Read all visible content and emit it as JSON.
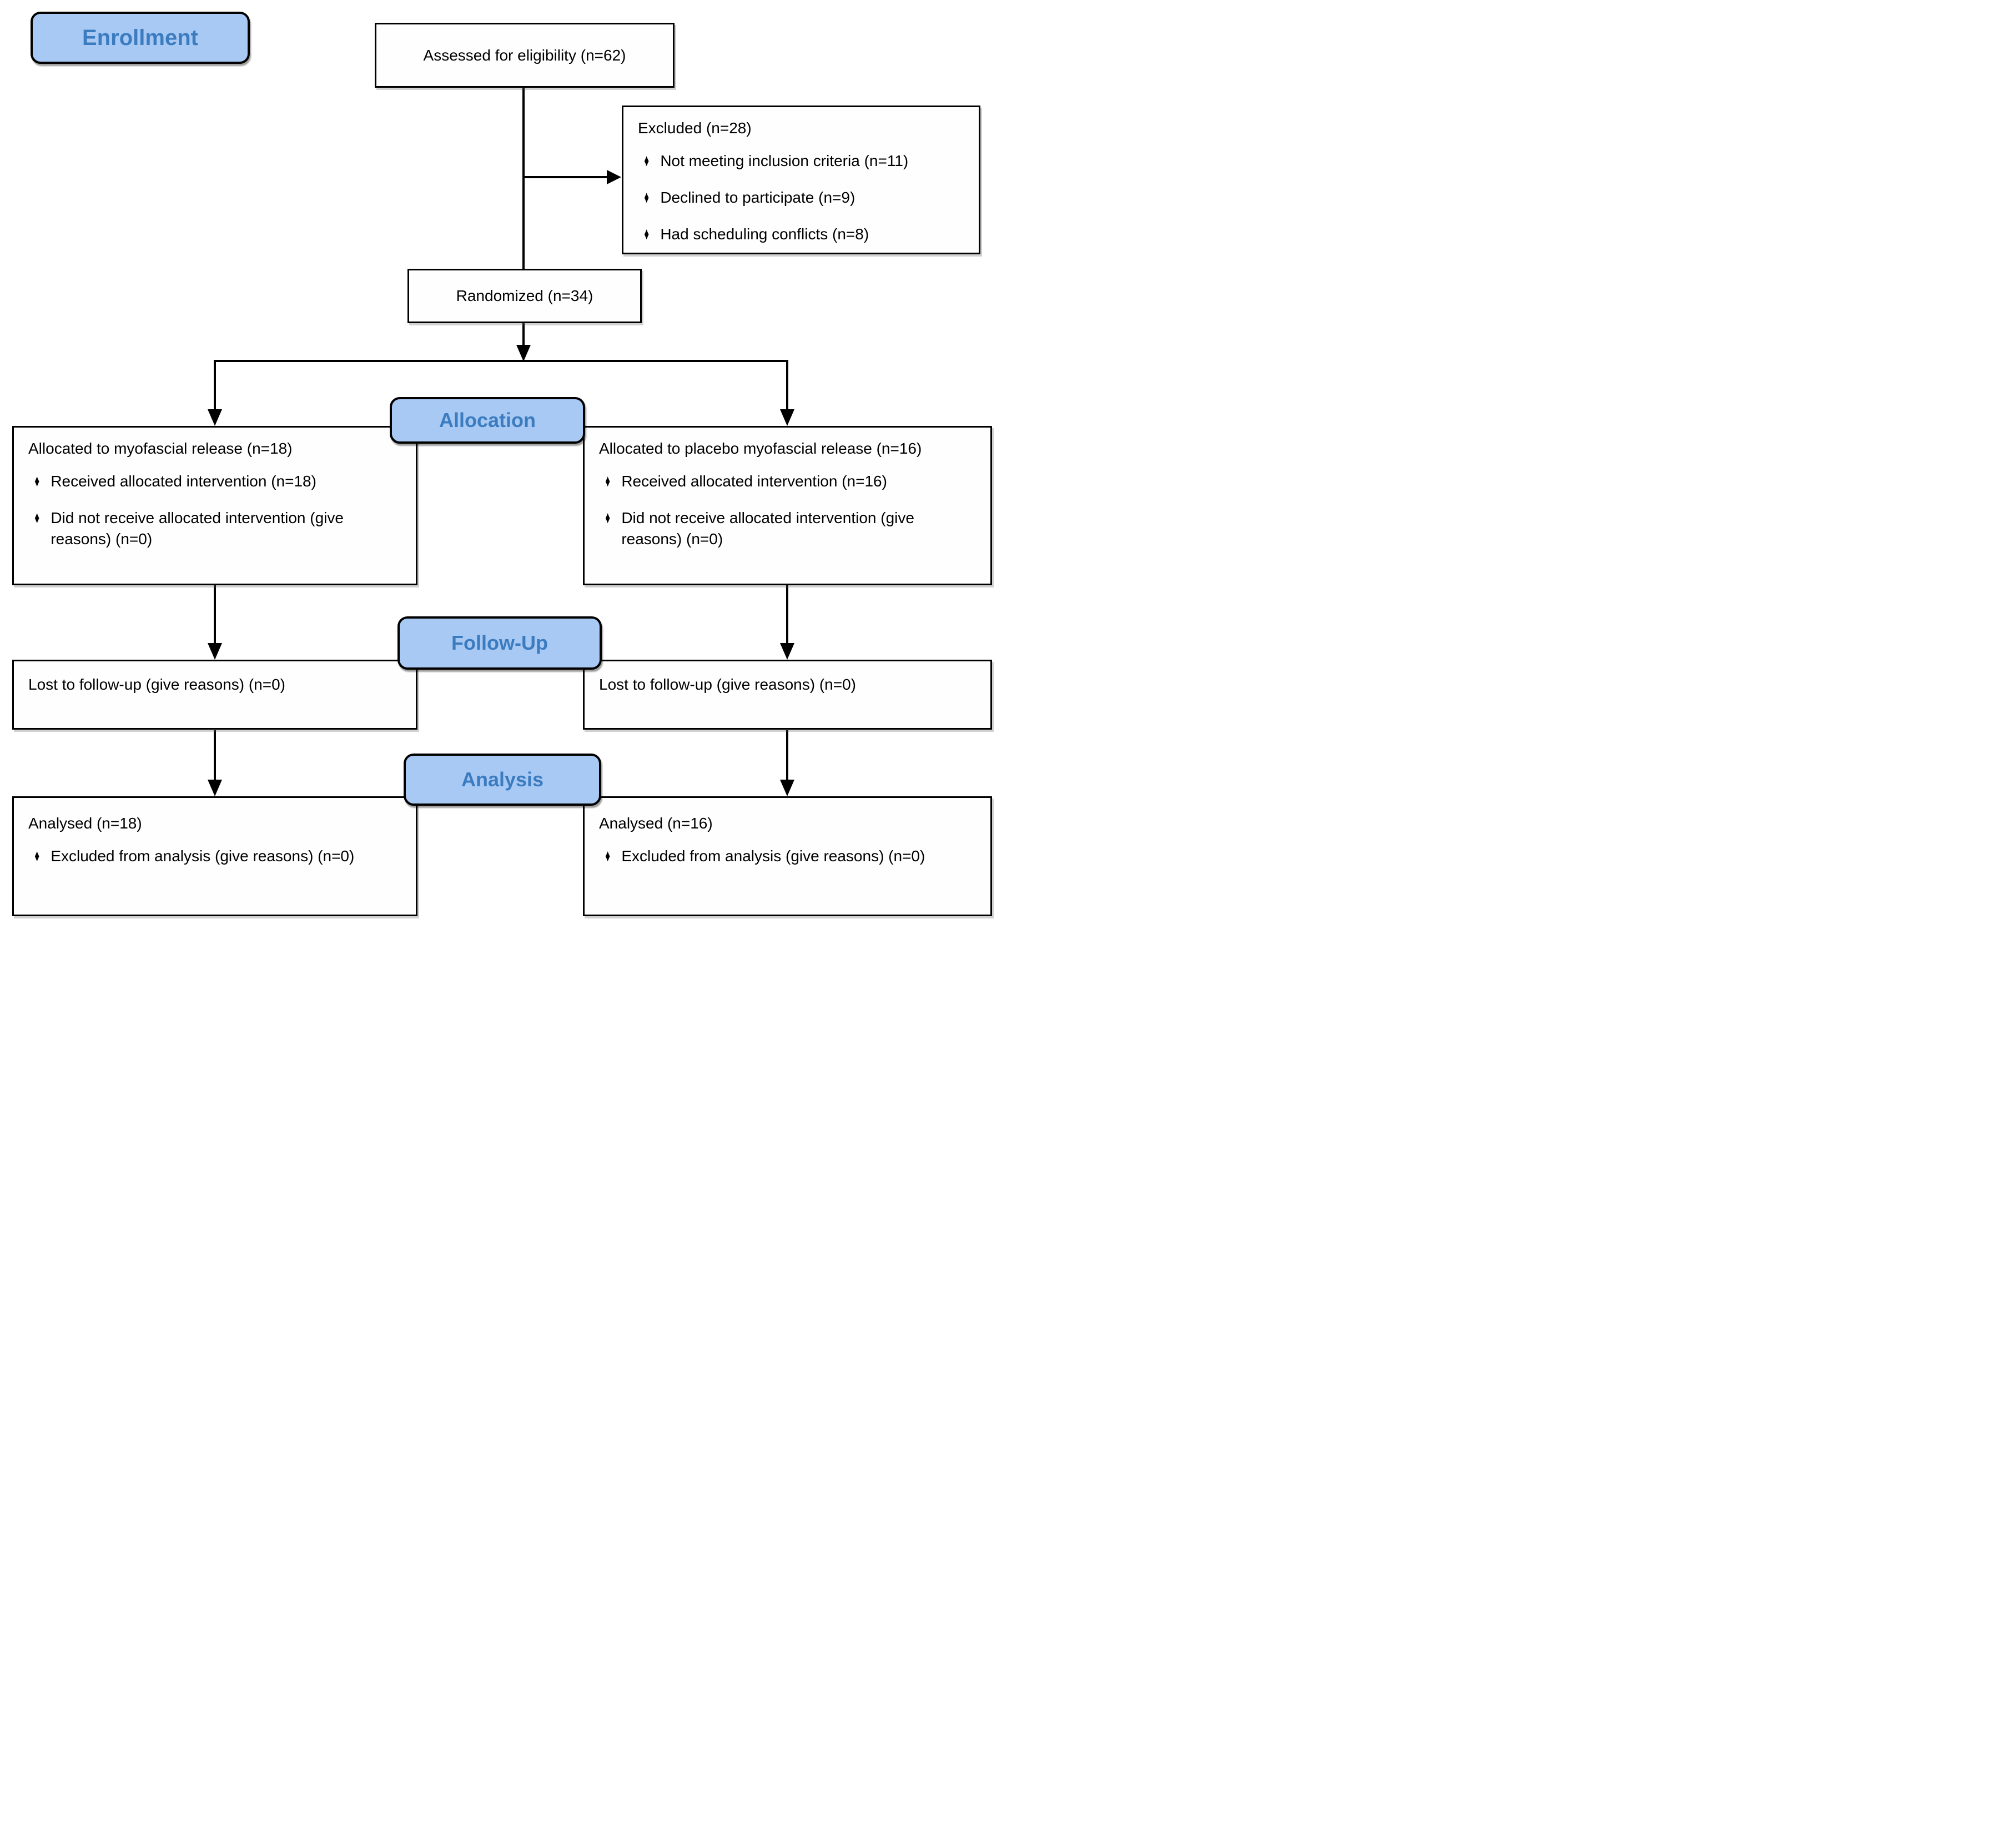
{
  "stages": {
    "enrollment": "Enrollment",
    "allocation": "Allocation",
    "follow_up": "Follow-Up",
    "analysis": "Analysis"
  },
  "boxes": {
    "assessed": {
      "text": "Assessed for eligibility (n=62)"
    },
    "excluded": {
      "title": "Excluded (n=28)",
      "bullets": [
        "Not meeting inclusion criteria (n=11)",
        "Declined to participate (n=9)",
        "Had scheduling conflicts (n=8)"
      ]
    },
    "randomized": {
      "text": "Randomized (n=34)"
    },
    "allocation_left": {
      "title": "Allocated to myofascial release (n=18)",
      "bullets": [
        "Received allocated intervention (n=18)",
        "Did not receive allocated intervention (give reasons) (n=0)"
      ]
    },
    "allocation_right": {
      "title": "Allocated to placebo myofascial release (n=16)",
      "bullets": [
        "Received allocated intervention (n=16)",
        "Did not receive allocated intervention (give reasons) (n=0)"
      ]
    },
    "follow_up_left": {
      "text": "Lost to follow-up (give reasons) (n=0)"
    },
    "follow_up_right": {
      "text": "Lost to follow-up (give reasons) (n=0)"
    },
    "analysis_left": {
      "title": "Analysed (n=18)",
      "bullets": [
        "Excluded from analysis (give reasons) (n=0)"
      ]
    },
    "analysis_right": {
      "title": "Analysed (n=16)",
      "bullets": [
        "Excluded from analysis (give reasons) (n=0)"
      ]
    }
  },
  "icons": {
    "diamond_bullet": "♦"
  },
  "colors": {
    "stage_label_fill": "#a8c9f4",
    "stage_label_text": "#3b7bbf",
    "stage_label_border": "#000000",
    "box_fill": "#fefefe",
    "box_border": "#000000",
    "connector": "#000000"
  }
}
